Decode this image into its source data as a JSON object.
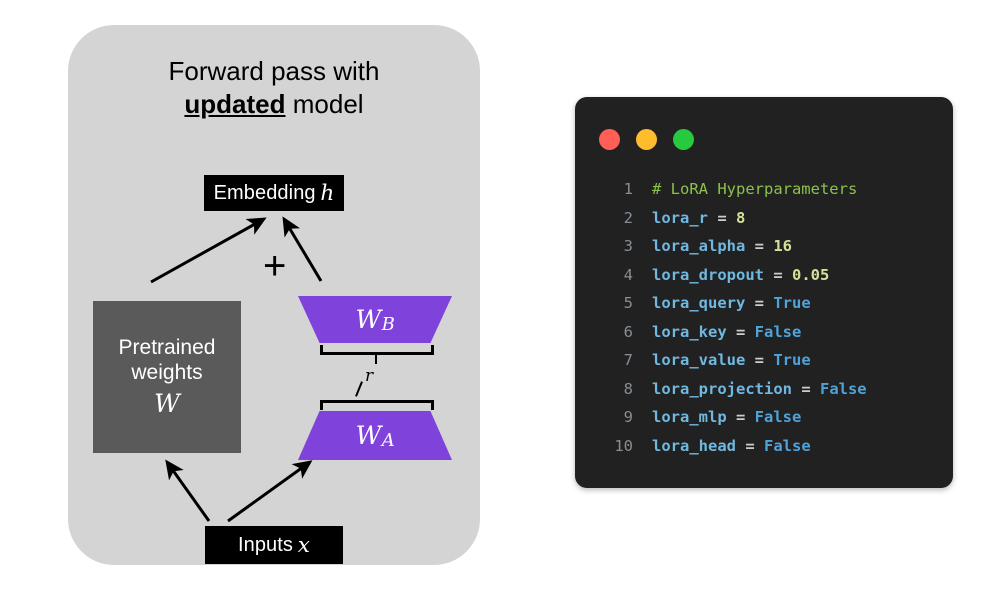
{
  "diagram": {
    "title_prefix": "Forward pass with",
    "title_highlight": "updated",
    "title_suffix": "model",
    "embedding_label": "Embedding",
    "embedding_symbol": "h",
    "inputs_label": "Inputs",
    "inputs_symbol": "x",
    "pretrained_line1": "Pretrained",
    "pretrained_line2": "weights",
    "pretrained_symbol": "W",
    "matrix_b": "W",
    "matrix_b_sub": "B",
    "matrix_a": "W",
    "matrix_a_sub": "A",
    "rank_label": "r",
    "plus_symbol": "+",
    "colors": {
      "panel_bg": "#d4d4d4",
      "lora_purple": "#7f43dc",
      "pretrained_gray": "#5a5a5a",
      "box_black": "#000000"
    }
  },
  "terminal": {
    "buttons": [
      {
        "name": "close",
        "color": "#ff5f56"
      },
      {
        "name": "minimize",
        "color": "#ffbd2e"
      },
      {
        "name": "maximize",
        "color": "#27c93f"
      }
    ],
    "background": "#212121",
    "lines": [
      {
        "no": "1",
        "tokens": [
          {
            "t": "# LoRA Hyperparameters",
            "c": "tok-comment"
          }
        ]
      },
      {
        "no": "2",
        "tokens": [
          {
            "t": "lora_r",
            "c": "tok-var"
          },
          {
            "t": " = ",
            "c": "tok-op"
          },
          {
            "t": "8",
            "c": "tok-num"
          }
        ]
      },
      {
        "no": "3",
        "tokens": [
          {
            "t": "lora_alpha",
            "c": "tok-var"
          },
          {
            "t": " = ",
            "c": "tok-op"
          },
          {
            "t": "16",
            "c": "tok-num"
          }
        ]
      },
      {
        "no": "4",
        "tokens": [
          {
            "t": "lora_dropout",
            "c": "tok-var"
          },
          {
            "t": " = ",
            "c": "tok-op"
          },
          {
            "t": "0.05",
            "c": "tok-num"
          }
        ]
      },
      {
        "no": "5",
        "tokens": [
          {
            "t": "lora_query",
            "c": "tok-var"
          },
          {
            "t": " = ",
            "c": "tok-op"
          },
          {
            "t": "True",
            "c": "tok-bool"
          }
        ]
      },
      {
        "no": "6",
        "tokens": [
          {
            "t": "lora_key",
            "c": "tok-var"
          },
          {
            "t": " = ",
            "c": "tok-op"
          },
          {
            "t": "False",
            "c": "tok-bool"
          }
        ]
      },
      {
        "no": "7",
        "tokens": [
          {
            "t": "lora_value",
            "c": "tok-var"
          },
          {
            "t": " = ",
            "c": "tok-op"
          },
          {
            "t": "True",
            "c": "tok-bool"
          }
        ]
      },
      {
        "no": "8",
        "tokens": [
          {
            "t": "lora_projection",
            "c": "tok-var"
          },
          {
            "t": " = ",
            "c": "tok-op"
          },
          {
            "t": "False",
            "c": "tok-bool"
          }
        ]
      },
      {
        "no": "9",
        "tokens": [
          {
            "t": "lora_mlp",
            "c": "tok-var"
          },
          {
            "t": " = ",
            "c": "tok-op"
          },
          {
            "t": "False",
            "c": "tok-bool"
          }
        ]
      },
      {
        "no": "10",
        "tokens": [
          {
            "t": "lora_head",
            "c": "tok-var"
          },
          {
            "t": " = ",
            "c": "tok-op"
          },
          {
            "t": "False",
            "c": "tok-bool"
          }
        ]
      }
    ]
  }
}
